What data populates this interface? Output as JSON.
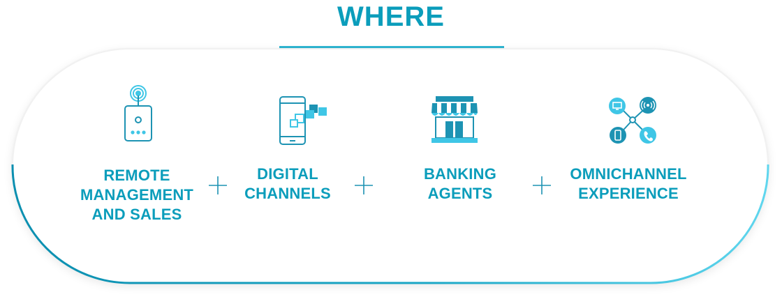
{
  "title": "WHERE",
  "items": [
    {
      "line1": "REMOTE",
      "line2": "MANAGEMENT",
      "line3": "AND SALES",
      "icon": "remote-device-icon"
    },
    {
      "line1": "DIGITAL",
      "line2": "CHANNELS",
      "icon": "smartphone-channels-icon"
    },
    {
      "line1": "BANKING",
      "line2": "AGENTS",
      "icon": "storefront-icon"
    },
    {
      "line1": "OMNICHANNEL",
      "line2": "EXPERIENCE",
      "icon": "omnichannel-network-icon"
    }
  ],
  "colors": {
    "primary": "#0b9dbb",
    "light": "#3fc6e6",
    "outline": "#1d93b3"
  }
}
